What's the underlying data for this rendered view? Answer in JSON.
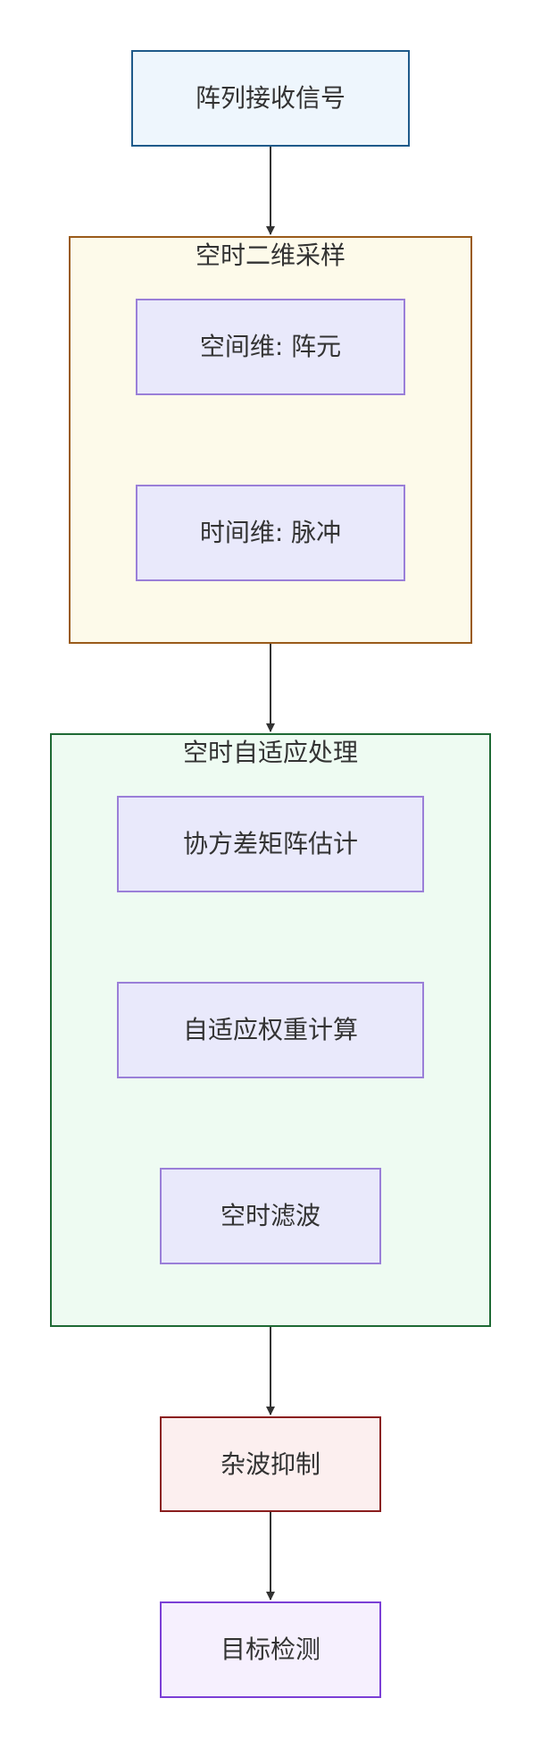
{
  "nodes": {
    "input": "阵列接收信号",
    "spatial": "空间维: 阵元",
    "temporal": "时间维: 脉冲",
    "covariance": "协方差矩阵估计",
    "weights": "自适应权重计算",
    "filter": "空时滤波",
    "clutter": "杂波抑制",
    "detection": "目标检测"
  },
  "groups": {
    "sampling": "空时二维采样",
    "processing": "空时自适应处理"
  },
  "colors": {
    "input_fill": "#EEF6FD",
    "input_border": "#1E5A8A",
    "sampling_fill": "#FDFAEA",
    "sampling_border": "#9A5B1A",
    "processing_fill": "#EEFBF2",
    "processing_border": "#1E6A34",
    "inner_fill": "#E9E9FB",
    "inner_border": "#9A7FD8",
    "clutter_fill": "#FCEFEF",
    "clutter_border": "#8A1E1E",
    "detection_fill": "#F6F0FE",
    "detection_border": "#7B3FD6",
    "edge": "#333333"
  }
}
